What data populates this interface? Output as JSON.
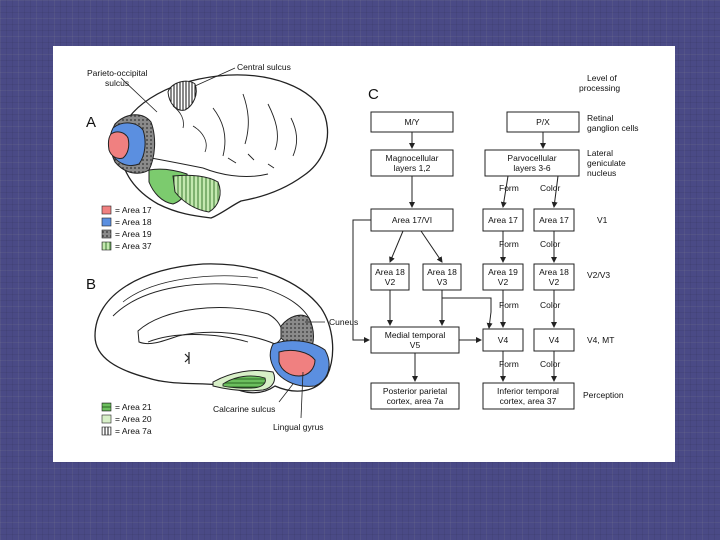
{
  "panels": {
    "a": "A",
    "b": "B",
    "c": "C"
  },
  "brain_top": {
    "parieto_occipital": [
      "Parieto-occipital",
      "sulcus"
    ],
    "central_sulcus": "Central sulcus"
  },
  "brain_bottom": {
    "cuneus": "Cuneus",
    "calcarine": "Calcarine sulcus",
    "lingual": "Lingual gyrus"
  },
  "legend_top": [
    {
      "label": "= Area 17",
      "color": "#f08080",
      "pattern": "solid"
    },
    {
      "label": "= Area 18",
      "color": "#5b8fe0",
      "pattern": "solid"
    },
    {
      "label": "= Area 19",
      "color": "#888888",
      "pattern": "dots"
    },
    {
      "label": "= Area 37",
      "color": "#b4e0a0",
      "pattern": "vstripe"
    }
  ],
  "legend_bottom": [
    {
      "label": "= Area 21",
      "color": "#7ccb6e",
      "pattern": "hstripe"
    },
    {
      "label": "= Area 20",
      "color": "#d8f0c8",
      "pattern": "solid"
    },
    {
      "label": "= Area 7a",
      "color": "#ffffff",
      "pattern": "vstripe-dark"
    }
  ],
  "level_header": [
    "Level of",
    "processing"
  ],
  "levels": {
    "retinal": [
      "Retinal",
      "ganglion cells"
    ],
    "lgn": [
      "Lateral",
      "geniculate",
      "nucleus"
    ],
    "v1": "V1",
    "v2": "V2/V3",
    "v4": "V4, MT",
    "perception": "Perception"
  },
  "boxes": {
    "my": "M/Y",
    "px": "P/X",
    "magno": [
      "Magnocellular",
      "layers 1,2"
    ],
    "parvo": [
      "Parvocellular",
      "layers 3-6"
    ],
    "area17v1": "Area 17/VI",
    "area17a": "Area 17",
    "area17b": "Area 17",
    "area18v2": [
      "Area 18",
      "V2"
    ],
    "area18v3": [
      "Area 18",
      "V3"
    ],
    "area19a": [
      "Area 19",
      "V2"
    ],
    "area18b": [
      "Area 18",
      "V2"
    ],
    "mt": [
      "Medial temporal",
      "V5"
    ],
    "v4a": "V4",
    "v4b": "V4",
    "parietal": [
      "Posterior parietal",
      "cortex, area 7a"
    ],
    "inftemp": [
      "Inferior temporal",
      "cortex, area 37"
    ]
  },
  "stream_labels": {
    "form": "Form",
    "color": "Color"
  }
}
